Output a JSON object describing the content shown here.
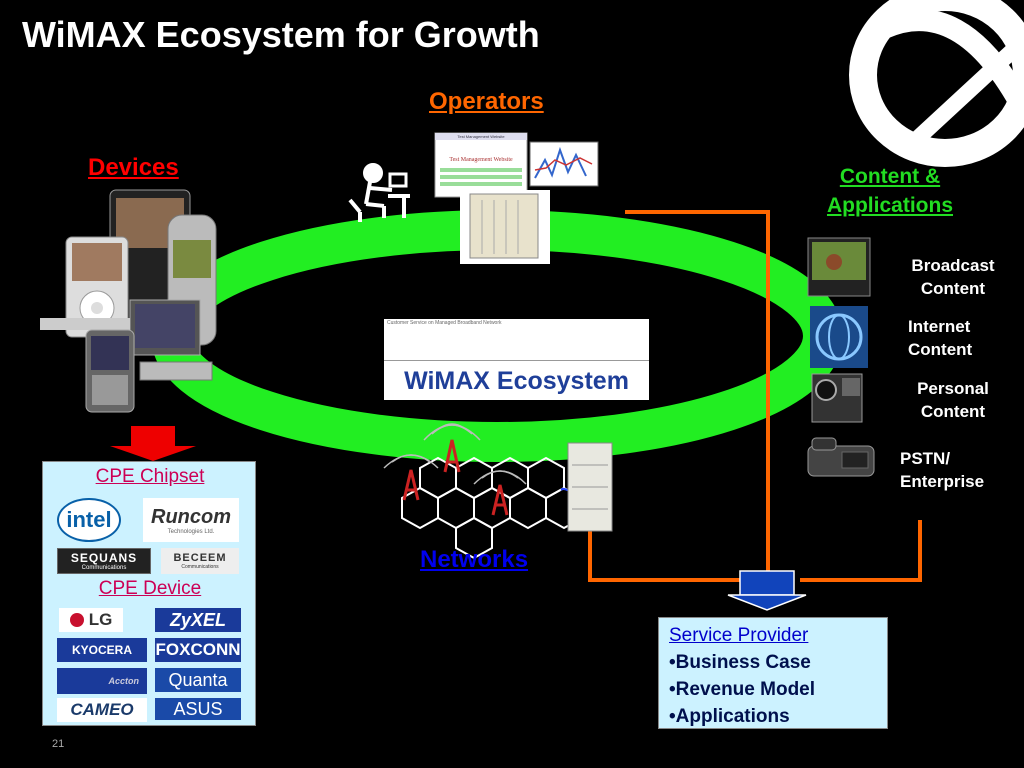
{
  "slide": {
    "title": "WiMAX Ecosystem for Growth",
    "page_number": "21"
  },
  "sections": {
    "operators": "Operators",
    "devices": "Devices",
    "content_line1": "Content &",
    "content_line2": "Applications",
    "networks": "Networks"
  },
  "center": {
    "label": "WiMAX Ecosystem",
    "tiny_caption": "Customer Service on Managed Broadband Network"
  },
  "operators_screen": {
    "header": "Test Management Website",
    "title": "Test Management Website"
  },
  "content_items": [
    {
      "line1": "Broadcast",
      "line2": "Content"
    },
    {
      "line1": "Internet",
      "line2": "Content"
    },
    {
      "line1": "Personal",
      "line2": "Content"
    },
    {
      "line1": "PSTN/",
      "line2": "Enterprise"
    }
  ],
  "cpe": {
    "chipset_heading": "CPE Chipset",
    "device_heading": "CPE Device",
    "chipset_logos": {
      "intel": "intel",
      "runcom": "Runcom",
      "runcom_sub": "Technologies Ltd.",
      "sequans": "SEQUANS",
      "sequans_sub": "Communications",
      "beceem": "BECEEM",
      "beceem_sub": "Communications"
    },
    "device_logos": {
      "lg": "LG",
      "zyxel": "ZyXEL",
      "kyocera": "KYOCERA",
      "foxconn": "FOXCONN",
      "accton": "Accton",
      "quanta": "Quanta",
      "cameo": "CAMEO",
      "asus": "ASUS"
    }
  },
  "service_provider": {
    "title": "Service Provider",
    "items": [
      "Business Case",
      "Revenue Model",
      "Applications"
    ]
  },
  "colors": {
    "background": "#000000",
    "ring": "#22ee22",
    "connector": "#ff6600",
    "operators": "#ff6600",
    "devices": "#ff0000",
    "content": "#22dd22",
    "networks": "#0000ee",
    "panel": "#ccf2ff"
  },
  "icons": {
    "brand_mark": "globe-logo-icon",
    "operator": "operator-workstation-icon",
    "server": "server-icon",
    "tower": "cell-tower-icon"
  }
}
